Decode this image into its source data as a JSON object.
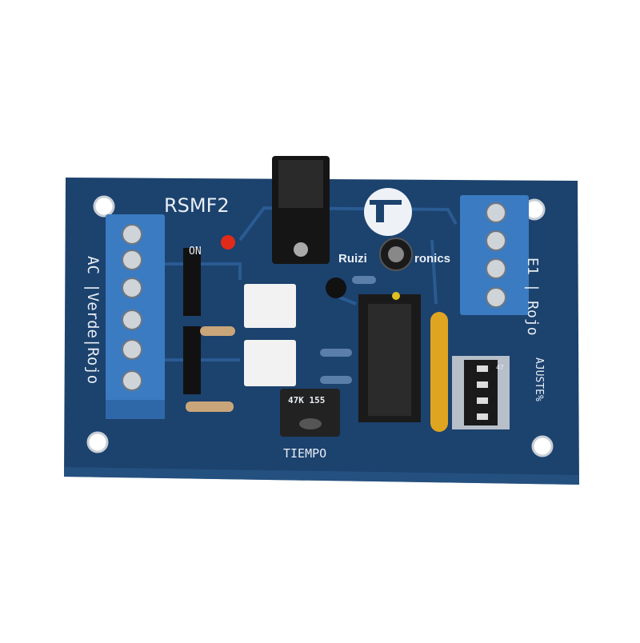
{
  "board": {
    "model_label": "RSMF2",
    "led_label": "ON",
    "left_terminal_label": "AC |Verde|Rojo",
    "right_terminal_label": "E1 | Rojo",
    "dip_label": "AJUSTE%",
    "trimpot_label": "TIEMPO",
    "trimpot_marking": "47K 155",
    "dip_marking": "47",
    "brand_logo_text": "Ruizi ronics",
    "colors": {
      "pcb": "#1c426e",
      "terminal": "#3b7bc2",
      "led": "#e02a1a",
      "capacitor_yellow": "#e0a520"
    }
  }
}
